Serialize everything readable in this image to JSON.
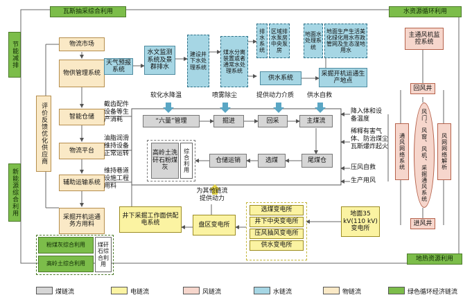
{
  "colors": {
    "coal": "#d6d6d6",
    "electric": "#fbf3a2",
    "wind": "#f6d6cc",
    "water": "#a6d6e4",
    "material": "#fae9c6",
    "green": "#7cbd4a",
    "line": "#666666",
    "arrow_water": "#5aa6c4",
    "arrow_elec": "#e6d64a"
  },
  "corners": {
    "top_left": "瓦斯抽采综合利用",
    "top_right": "水资源循环利用",
    "left_upper": "节能减排",
    "left_lower": "新能源综合利用",
    "bottom_right": "地热资源利用"
  },
  "material": {
    "market": "物流市场",
    "supply_mgmt": "物供管理系统",
    "smart_warehouse": "智能仓储",
    "platform": "物流平台",
    "aux_transport": "辅助运输系统",
    "plan": "采掘开机运通务方用料",
    "feedback": "评价反馈优化供应商"
  },
  "water": {
    "weather": "天气预报系统",
    "hydro": "水文监测系统及景群排水",
    "underground_plant": "建设井下水处理系统",
    "treatment": "煤水分离装置或者通常水处理系统",
    "drainage": "排水系统",
    "central_pump": "区域排水泵房中央泵房",
    "surface_plant": "地面水处理系统",
    "surface_use": "地面生产生活美化绿化用水市政管网及生态湿地用水",
    "supply": "供水系统",
    "working_face": "采掘开机运通生产地点",
    "softening": "软化水降温",
    "spray": "喷雾除尘",
    "power_medium": "提供动力介质",
    "self_rescue": "供水自救"
  },
  "coal": {
    "six_excellence": "“六量”管理",
    "excavation": "掘进",
    "mining": "回采",
    "main_flow": "主煤流",
    "storage": "仓储运销",
    "washing": "选煤",
    "tailings": "尾煤仓",
    "byproduct": "高岭土洗矸石粉煤灰",
    "comprehensive": "综合利用"
  },
  "left_labels": {
    "consumables": "截齿配件设备等生产消耗",
    "lubricants": "油脂润滑维持设备正常运转",
    "roadway": "维持巷道设施工程用料"
  },
  "right_labels": {
    "dust": "降入体和设备温度",
    "gas": "稀释有害气体、防治煤尘瓦斯爆炸起火",
    "pressure": "压风自救",
    "production_wind": "生产用风"
  },
  "wind": {
    "main_fan": "主通风机监控系统",
    "return_shaft": "回风井",
    "ventilation_network": "通风网络系统",
    "ventilation_analysis": "风网网络解析",
    "airflow": "风门、风窗、风机、采掘通风系统",
    "inlet_shaft": "进风井"
  },
  "electric": {
    "power_chain": "为其他链流提供动力",
    "district_station": "盘区变电所",
    "face_power": "井下采掘工作面供配电系统",
    "coal_station": "选煤变电所",
    "central_station": "井下中央变电所",
    "fan_station": "压风抽风变电所",
    "supply_station": "供水变电所",
    "surface_station": "地面35 kV(110 kV)变电所"
  },
  "green": {
    "fly_ash": "粉煤灰综合利用",
    "kaolin": "高岭土综合利用",
    "gangue": "煤矸石综合利用"
  },
  "legend": [
    {
      "label": "煤链流",
      "color": "#d6d6d6"
    },
    {
      "label": "电链流",
      "color": "#fbf3a2"
    },
    {
      "label": "风链流",
      "color": "#f6d6cc"
    },
    {
      "label": "水链流",
      "color": "#a6d6e4"
    },
    {
      "label": "物链流",
      "color": "#fae9c6"
    },
    {
      "label": "绿色循环经济链流",
      "color": "#7cbd4a"
    }
  ]
}
